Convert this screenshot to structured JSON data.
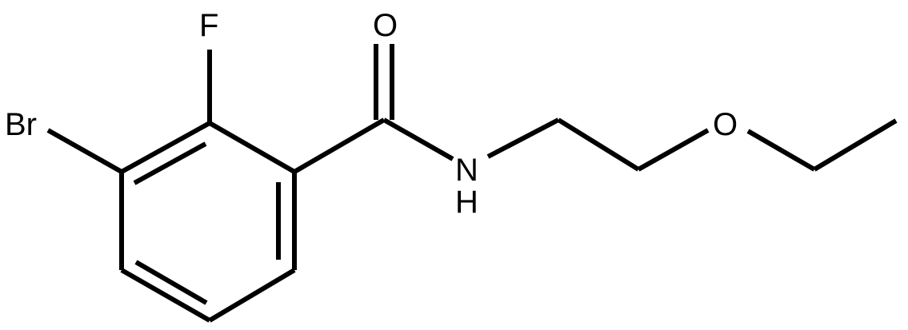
{
  "structure": {
    "atoms": {
      "bromine": "Br",
      "fluorine": "F",
      "oxygen_carbonyl": "O",
      "nitrogen": "N",
      "hydrogen": "H",
      "oxygen_ether": "O"
    }
  },
  "colors": {
    "bond": "#000000",
    "label": "#000000",
    "background": "#ffffff"
  }
}
